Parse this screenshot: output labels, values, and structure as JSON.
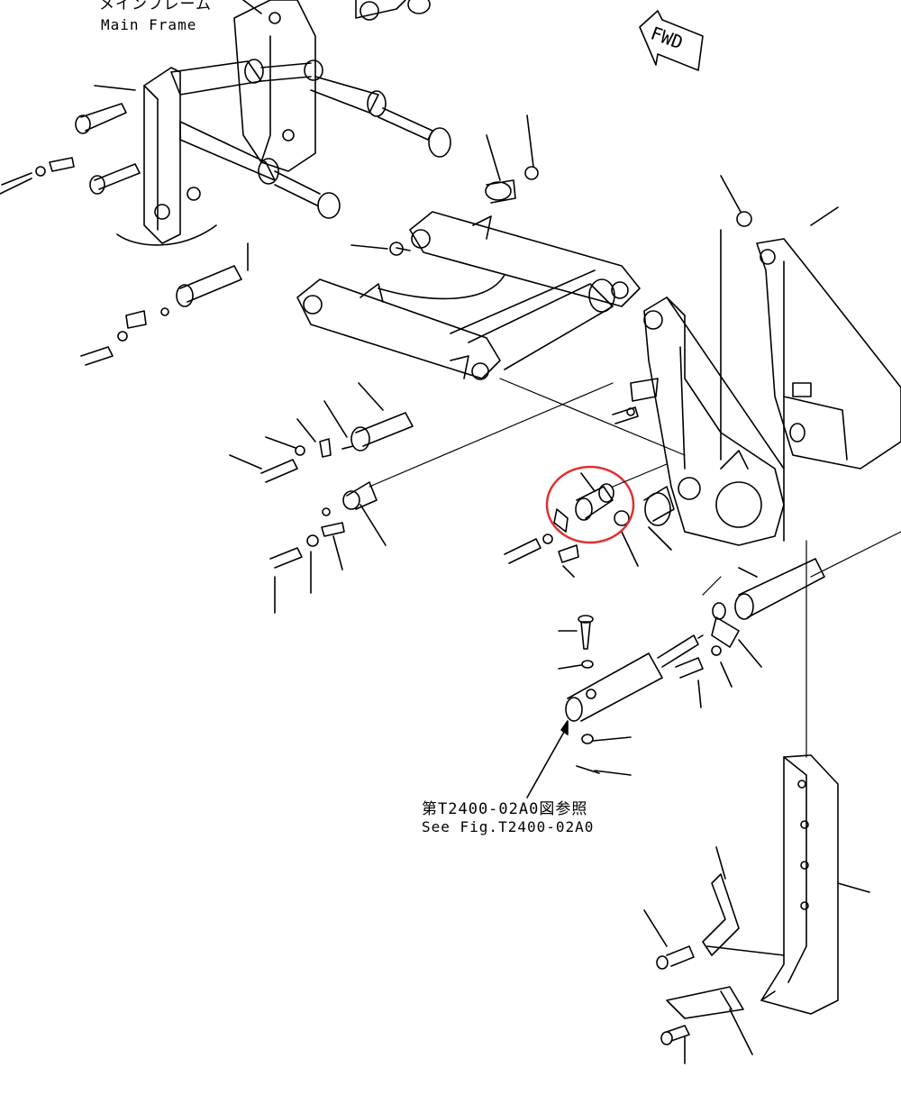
{
  "labels": {
    "main_frame_jp": "メインフレーム",
    "main_frame_en": "Main Frame",
    "ref_jp": "第T2400-02A0図参照",
    "ref_en": "See Fig.T2400-02A0",
    "fwd": "FWD"
  },
  "highlight": {
    "color": "#e03030"
  },
  "line_color": "#000000"
}
